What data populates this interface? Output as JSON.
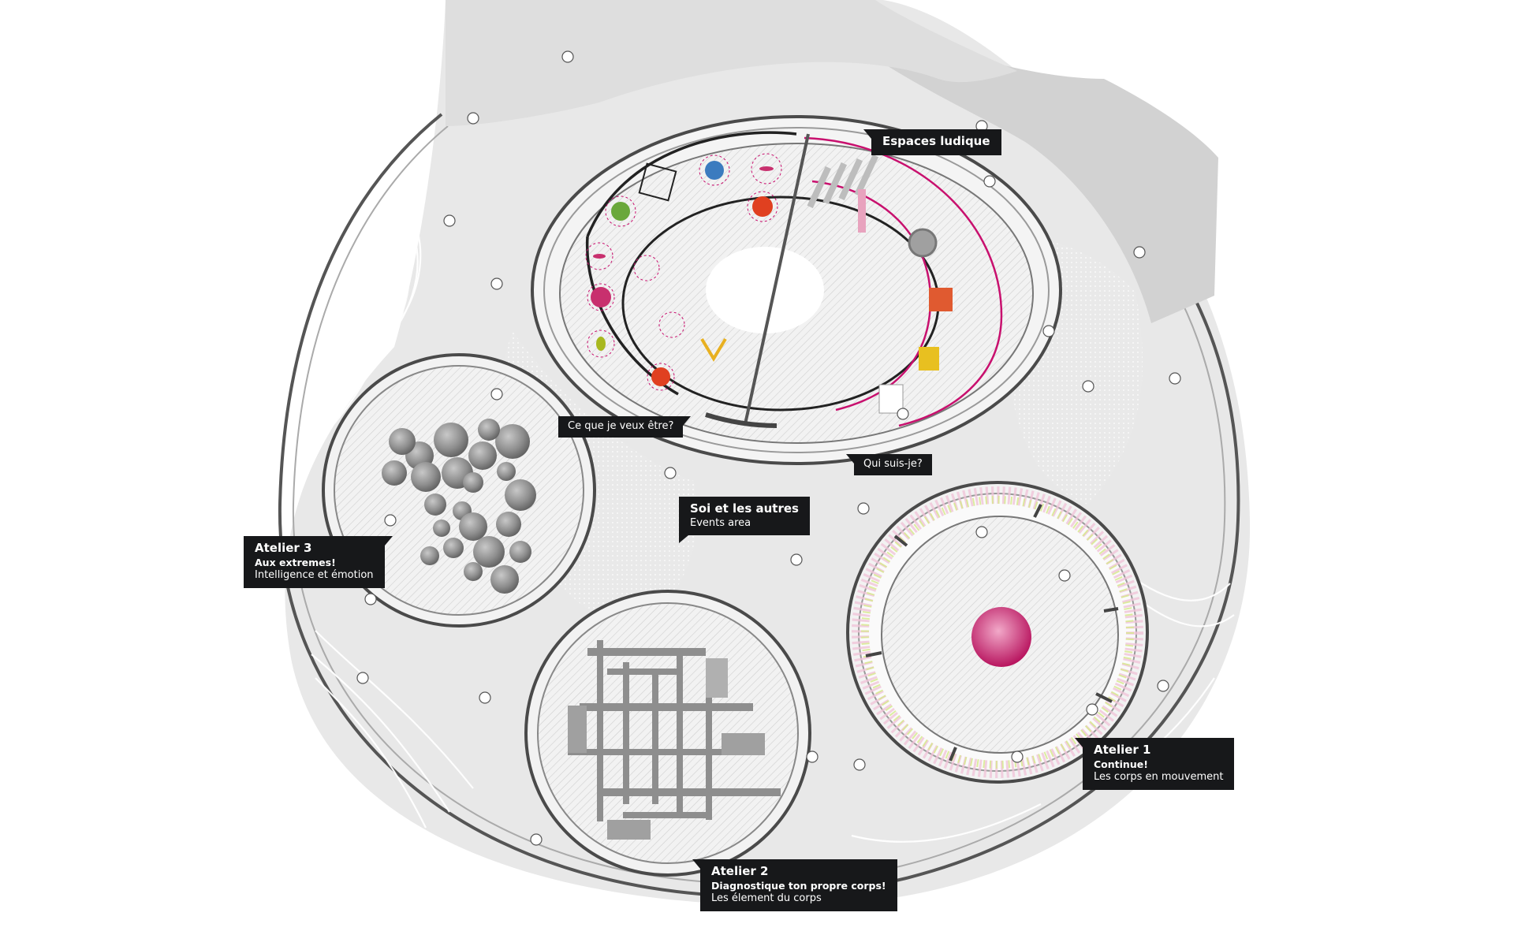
{
  "labels": {
    "espaces": {
      "title": "Espaces ludique"
    },
    "ce_que": {
      "text": "Ce que je veux être?"
    },
    "qui": {
      "text": "Qui suis-je?"
    },
    "soi": {
      "title": "Soi et les autres",
      "desc": "Events area"
    },
    "atelier3": {
      "title": "Atelier 3",
      "subtitle": "Aux extremes!",
      "desc": "Intelligence et émotion"
    },
    "atelier2": {
      "title": "Atelier 2",
      "subtitle": "Diagnostique ton propre corps!",
      "desc": "Les élement du corps"
    },
    "atelier1": {
      "title": "Atelier 1",
      "subtitle": "Continue!",
      "desc": "Les corps en mouvement"
    }
  },
  "colors": {
    "label_bg": "#17181a",
    "accent_magenta": "#c8106e",
    "ground": "#e6e6e6",
    "hatch": "#cfcfcf",
    "spheres": "#8c8c8c"
  },
  "icons": [
    "person-figure-icon",
    "activity-badge-icon"
  ]
}
